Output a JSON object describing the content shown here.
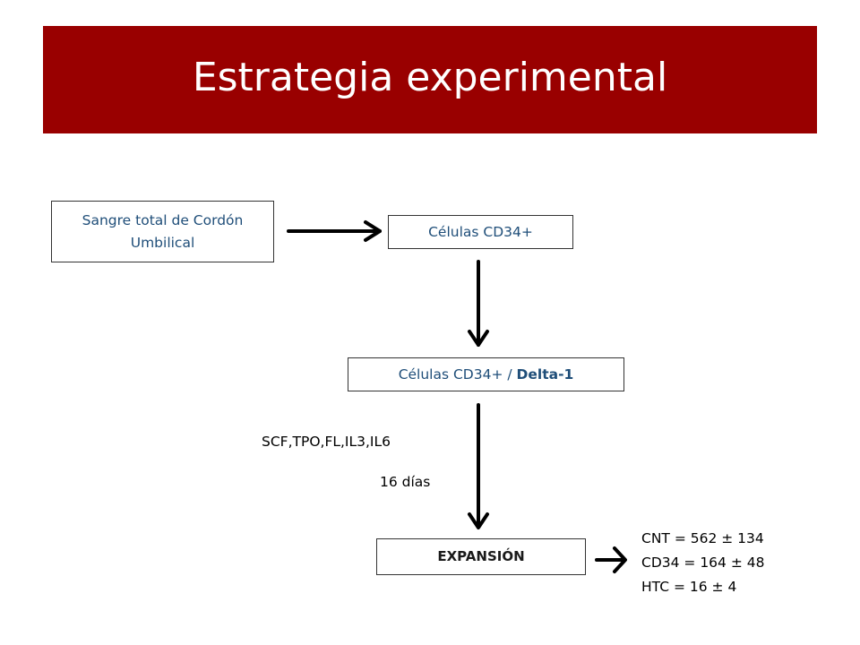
{
  "title": "Estrategia experimental",
  "nodes": {
    "source": "Sangre total de Cordón Umbilical",
    "cd34": "Células CD34+",
    "delta_prefix": "Células CD34+ / ",
    "delta_bold": "Delta-1",
    "expansion": "EXPANSIÓN"
  },
  "conditions": {
    "cytokines": "SCF,TPO,FL,IL3,IL6",
    "duration": "16 días"
  },
  "results": [
    "CNT = 562 ± 134",
    "CD34 = 164 ± 48",
    "HTC = 16 ± 4"
  ],
  "colors": {
    "title_bar": "#990000",
    "title_text": "#ffffff",
    "node_text": "#1f4e79",
    "arrow": "#000000"
  }
}
